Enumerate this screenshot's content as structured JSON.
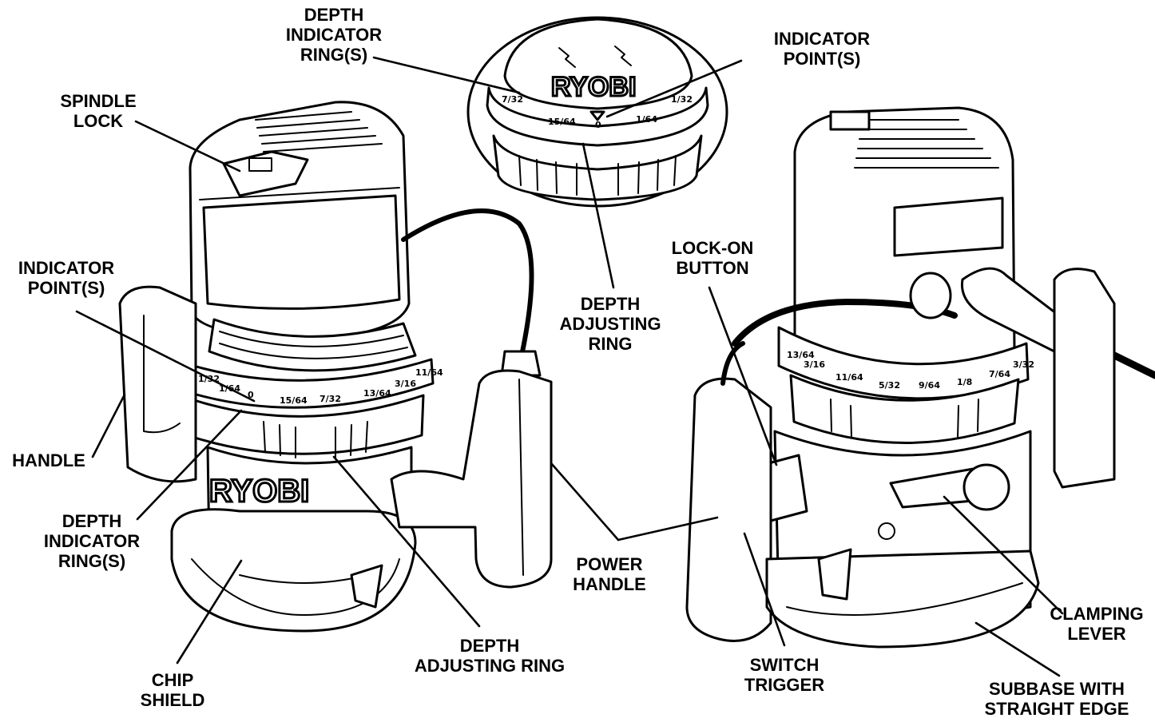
{
  "labels": {
    "depth_indicator_rings_top": [
      "DEPTH",
      "INDICATOR",
      "RING(S)"
    ],
    "indicator_points_top": [
      "INDICATOR",
      "POINT(S)"
    ],
    "spindle_lock": [
      "SPINDLE",
      "LOCK"
    ],
    "indicator_points_left": [
      "INDICATOR",
      "POINT(S)"
    ],
    "depth_adjusting_ring_center": [
      "DEPTH",
      "ADJUSTING",
      "RING"
    ],
    "lock_on_button": [
      "LOCK-ON",
      "BUTTON"
    ],
    "handle": [
      "HANDLE"
    ],
    "depth_indicator_rings_left": [
      "DEPTH",
      "INDICATOR",
      "RING(S)"
    ],
    "power_handle": [
      "POWER",
      "HANDLE"
    ],
    "clamping_lever": [
      "CLAMPING",
      "LEVER"
    ],
    "depth_adjusting_ring_bottom": [
      "DEPTH",
      "ADJUSTING RING"
    ],
    "switch_trigger": [
      "SWITCH",
      "TRIGGER"
    ],
    "chip_shield": [
      "CHIP",
      "SHIELD"
    ],
    "subbase_straight_edge": [
      "SUBBASE WITH",
      "STRAIGHT EDGE"
    ]
  },
  "brand": "RYOBI",
  "scale_marks_left": [
    "1/32",
    "1/64",
    "0",
    "15/64",
    "7/32",
    "13/64",
    "3/16",
    "11/64"
  ],
  "scale_marks_right": [
    "13/64",
    "3/16",
    "11/64",
    "5/32",
    "9/64",
    "1/8",
    "7/64",
    "3/32"
  ],
  "scale_marks_top": [
    "7/32",
    "15/64",
    "0",
    "1/64",
    "1/32"
  ],
  "colors": {
    "ink": "#000000",
    "paper": "#ffffff"
  }
}
